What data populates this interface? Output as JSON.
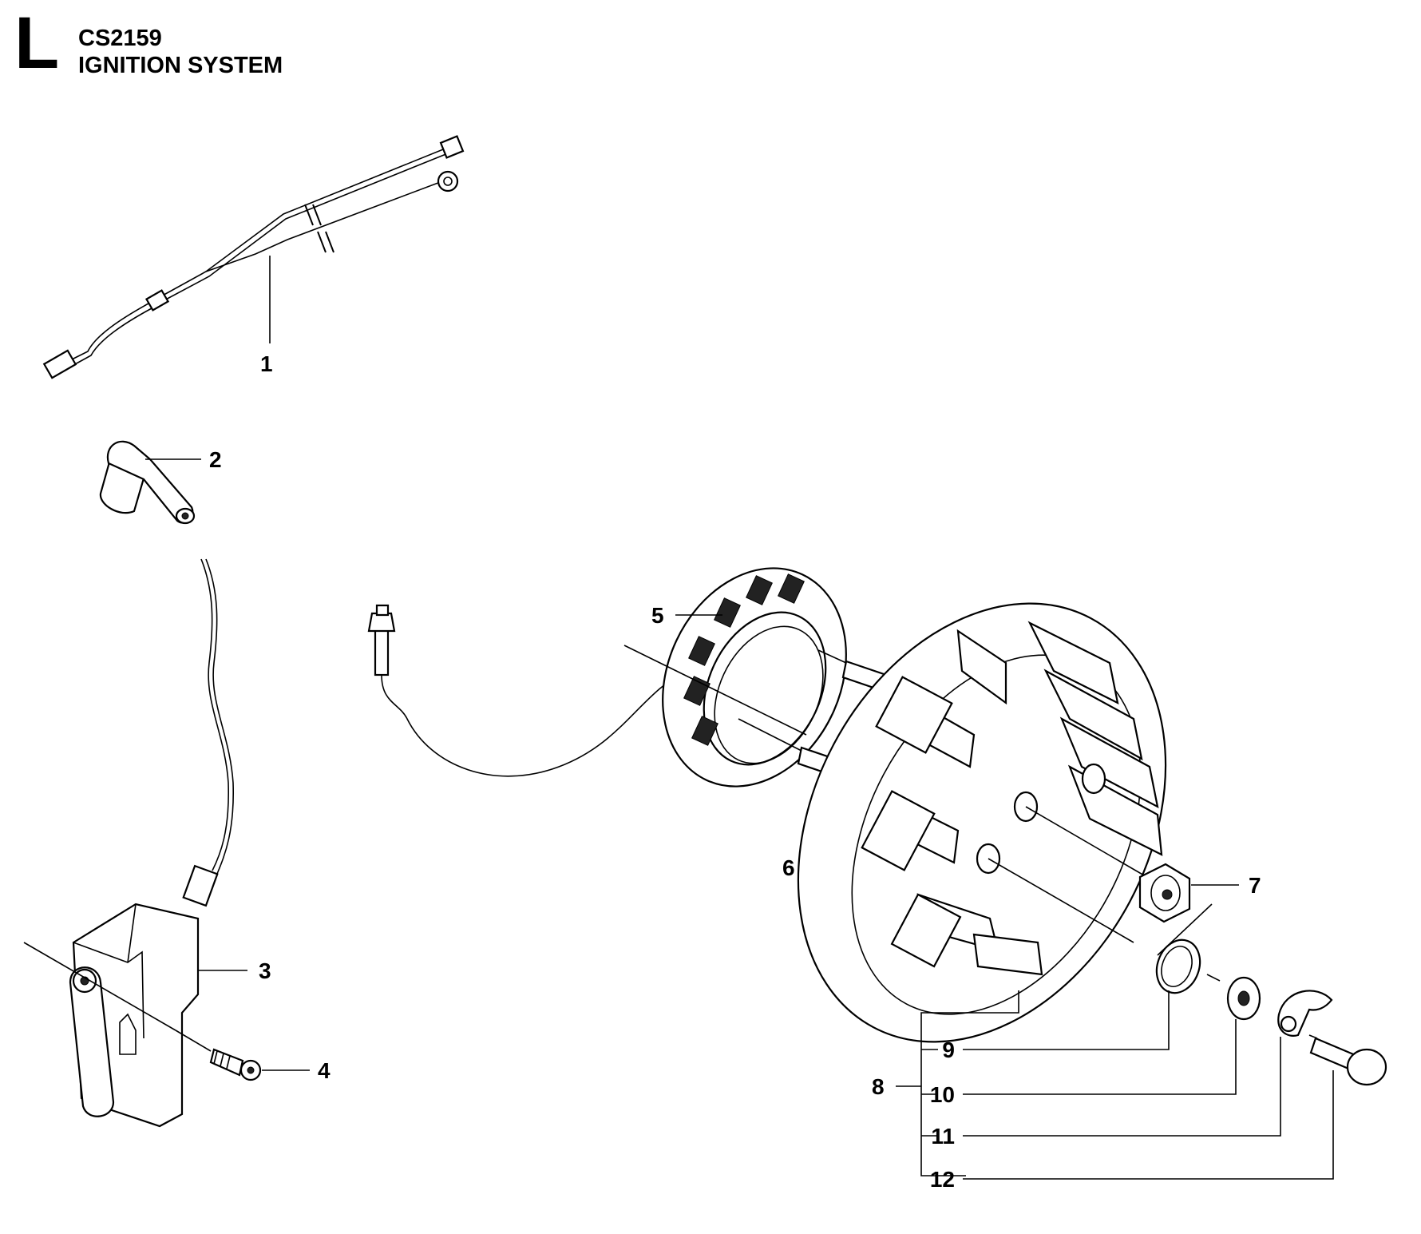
{
  "header": {
    "section_letter": "L",
    "model": "CS2159",
    "title": "IGNITION SYSTEM"
  },
  "callouts": [
    {
      "id": "1",
      "label": "1"
    },
    {
      "id": "2",
      "label": "2"
    },
    {
      "id": "3",
      "label": "3"
    },
    {
      "id": "4",
      "label": "4"
    },
    {
      "id": "5",
      "label": "5"
    },
    {
      "id": "6",
      "label": "6"
    },
    {
      "id": "7",
      "label": "7"
    },
    {
      "id": "8",
      "label": "8"
    },
    {
      "id": "9",
      "label": "9"
    },
    {
      "id": "10",
      "label": "10"
    },
    {
      "id": "11",
      "label": "11"
    },
    {
      "id": "12",
      "label": "12"
    }
  ]
}
